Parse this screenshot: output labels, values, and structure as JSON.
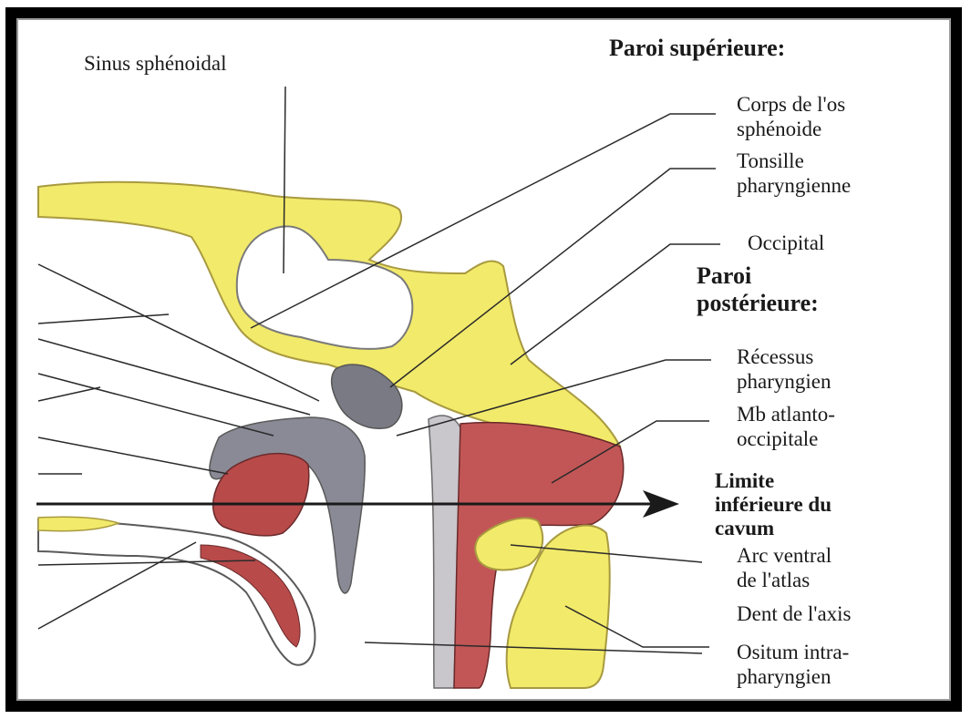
{
  "labels": {
    "sinus_sphenoidal": "Sinus sphénoidal",
    "paroi_superieure": "Paroi supérieure:",
    "corps_os_sphenoide": "Corps de l'os\nsphénoide",
    "tonsille_pharyngienne": "Tonsille\npharyngienne",
    "occipital": "Occipital",
    "paroi_posterieure": "Paroi\npostérieure:",
    "recessus_pharyngien": "Récessus\npharyngien",
    "mb_atlanto_occipitale": "Mb atlanto-\noccipitale",
    "limite_inferieure": "Limite\ninférieure du\ncavum",
    "arc_ventral_atlas": "Arc ventral\nde l'atlas",
    "dent_axis": "Dent de l'axis",
    "ositum_intrapharyngien": "Ositum intra-\npharyngien"
  },
  "colors": {
    "bone": "#f2ea6a",
    "bone_stroke": "#a89a40",
    "muscle": "#b84a4a",
    "mucosa": "#8a8a96",
    "leader": "#2a2a2a"
  }
}
